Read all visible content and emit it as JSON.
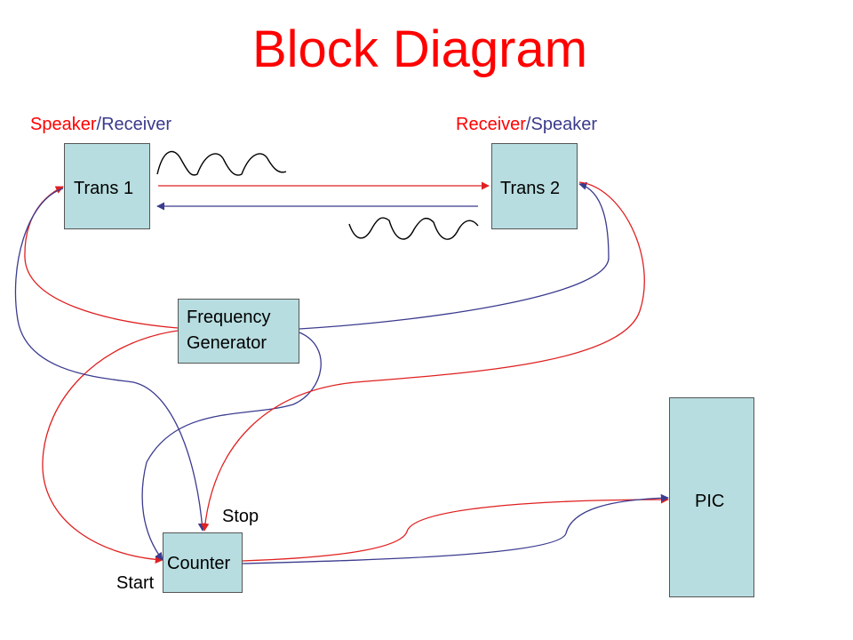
{
  "title": "Block Diagram",
  "labels": {
    "left_role_a": "Speaker",
    "left_sep": "/",
    "left_role_b": "Receiver",
    "right_role_a": "Receiver",
    "right_sep": "/",
    "right_role_b": "Speaker",
    "stop": "Stop",
    "start": "Start"
  },
  "blocks": {
    "trans1": "Trans 1",
    "trans2": "Trans 2",
    "freq_line1": "Frequency",
    "freq_line2": "Generator",
    "pic": "PIC",
    "counter": "Counter"
  },
  "colors": {
    "red_wire": "#e02020",
    "blue_wire": "#3b3b8f",
    "box_fill": "#b7dde0"
  }
}
